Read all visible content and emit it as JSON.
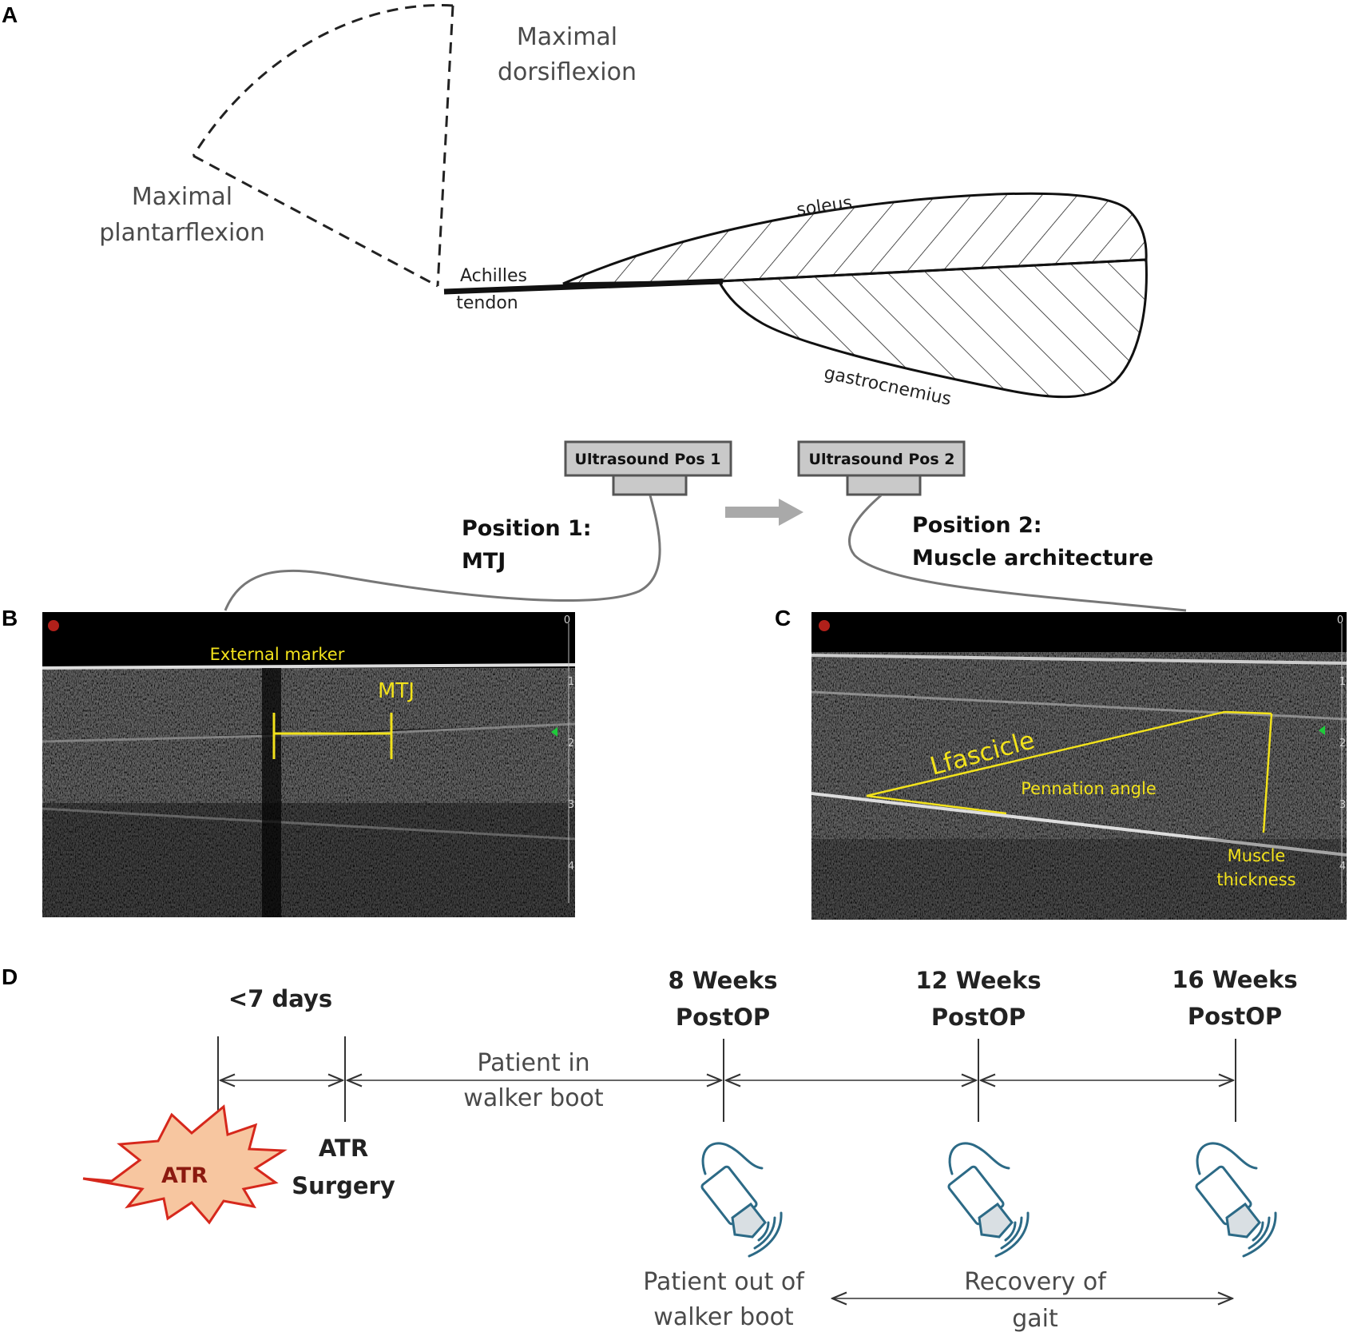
{
  "panels": {
    "a": "A",
    "b": "B",
    "c": "C",
    "d": "D"
  },
  "panel_a": {
    "dorsiflexion": [
      "Maximal",
      "dorsiflexion"
    ],
    "plantarflexion": [
      "Maximal",
      "plantarflexion"
    ],
    "tendon": [
      "Achilles",
      "tendon"
    ],
    "soleus": "soleus",
    "gastrocnemius": "gastrocnemius"
  },
  "probes": {
    "pos1_box": "Ultrasound Pos 1",
    "pos2_box": "Ultrasound Pos 2",
    "pos1_label": [
      "Position 1:",
      "MTJ"
    ],
    "pos2_label": [
      "Position 2:",
      "Muscle architecture"
    ]
  },
  "panel_b": {
    "external_marker": "External marker",
    "mtj": "MTJ",
    "depth_ticks": [
      "0",
      "1",
      "2",
      "3",
      "4"
    ]
  },
  "panel_c": {
    "fascicle": "Lfascicle",
    "pennation": "Pennation angle",
    "thickness": [
      "Muscle",
      "thickness"
    ],
    "depth_ticks": [
      "0",
      "1",
      "2",
      "3",
      "4"
    ]
  },
  "timeline": {
    "lt7": "<7 days",
    "week8": [
      "8 Weeks",
      "PostOP"
    ],
    "week12": [
      "12 Weeks",
      "PostOP"
    ],
    "week16": [
      "16 Weeks",
      "PostOP"
    ],
    "walker_in": [
      "Patient in",
      "walker boot"
    ],
    "atr": "ATR",
    "surgery": [
      "ATR",
      "Surgery"
    ],
    "walker_out": [
      "Patient out of",
      "walker boot"
    ],
    "recovery": [
      "Recovery of",
      "gait"
    ]
  },
  "colors": {
    "annotation_yellow": "#f2e21b",
    "probe_icon_blue": "#2c6a86",
    "burst_fill": "#f7c6a0",
    "burst_stroke": "#d6281c"
  }
}
